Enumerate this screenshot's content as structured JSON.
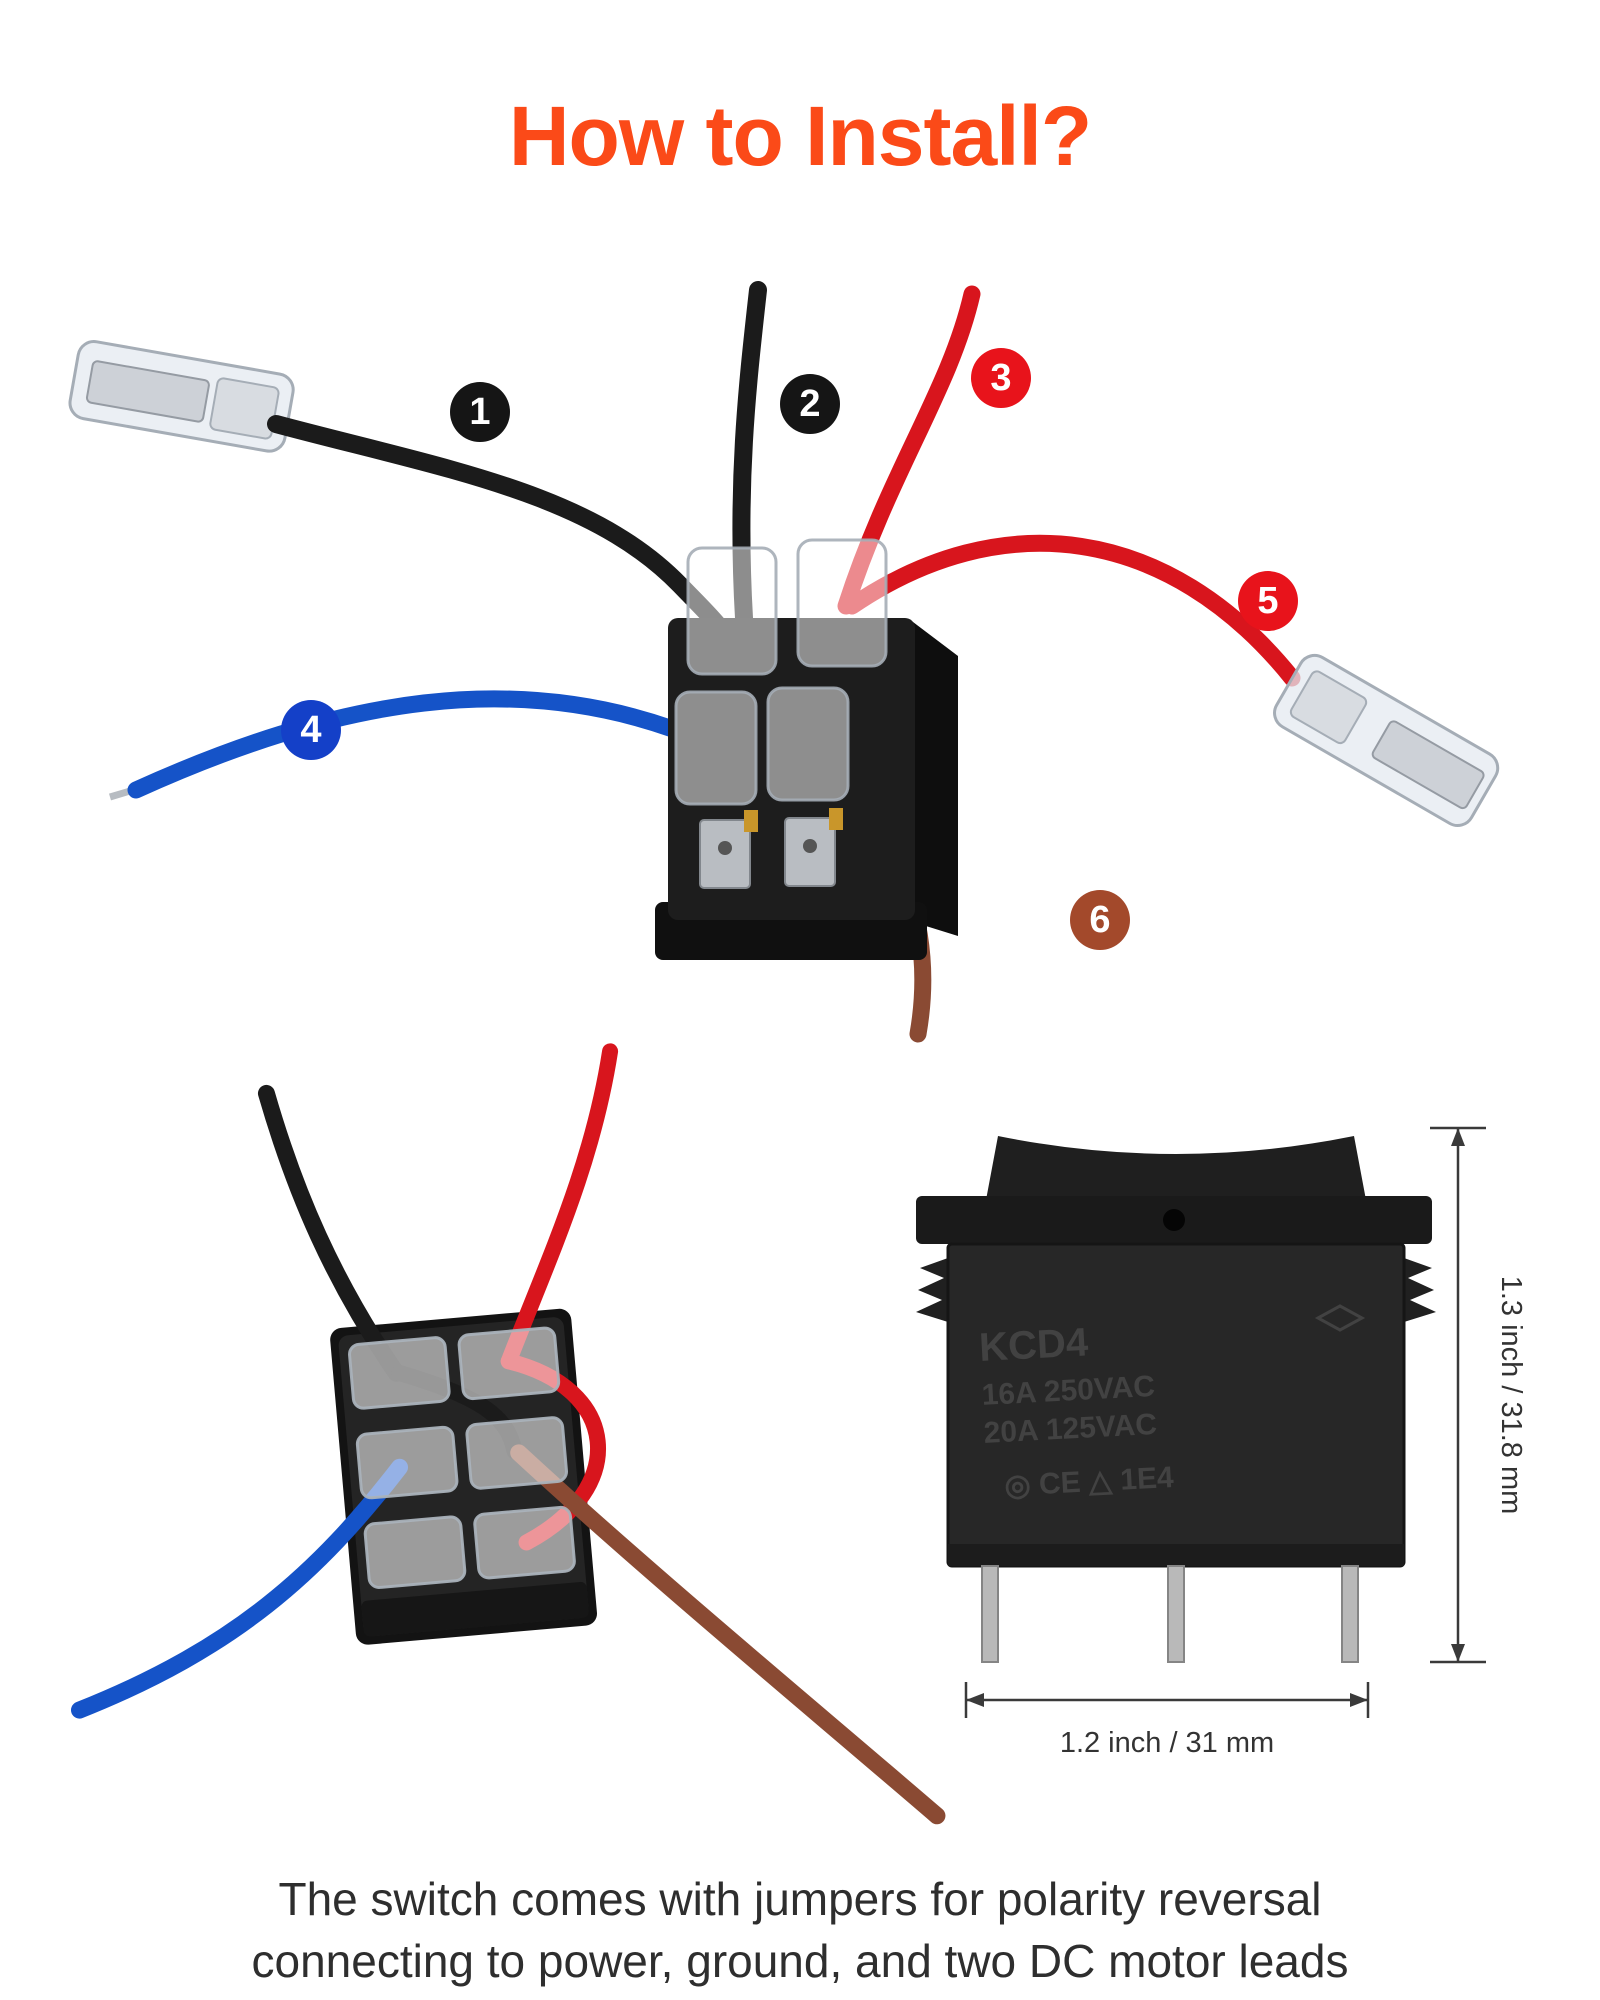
{
  "page": {
    "title": "How to Install?"
  },
  "badges": [
    {
      "label": "1",
      "wire": "black-wire-with-spade-connector"
    },
    {
      "label": "2",
      "wire": "black-wire"
    },
    {
      "label": "3",
      "wire": "red-wire"
    },
    {
      "label": "4",
      "wire": "blue-wire"
    },
    {
      "label": "5",
      "wire": "red-wire-with-spade-connector"
    },
    {
      "label": "6",
      "wire": "brown-wire"
    }
  ],
  "switch_markings": {
    "model": "KCD4",
    "rating_line1": "16A 250VAC",
    "rating_line2": "20A 125VAC",
    "certifications": "◎ CE △ 1E4"
  },
  "dimensions": {
    "height": "1.3 inch / 31.8 mm",
    "width": "1.2 inch / 31 mm"
  },
  "caption": {
    "line1": "The switch comes with jumpers for polarity reversal",
    "line2": "connecting to power, ground, and two DC motor leads"
  },
  "colors": {
    "accent": "#fb4a18",
    "wire_black": "#1b1b1b",
    "wire_red": "#d8151d",
    "wire_blue": "#1553c8",
    "wire_brown": "#8a4a33",
    "badge_black": "#151515",
    "badge_red": "#e8131b",
    "badge_blue": "#1440c8",
    "badge_brown": "#a3492b"
  }
}
